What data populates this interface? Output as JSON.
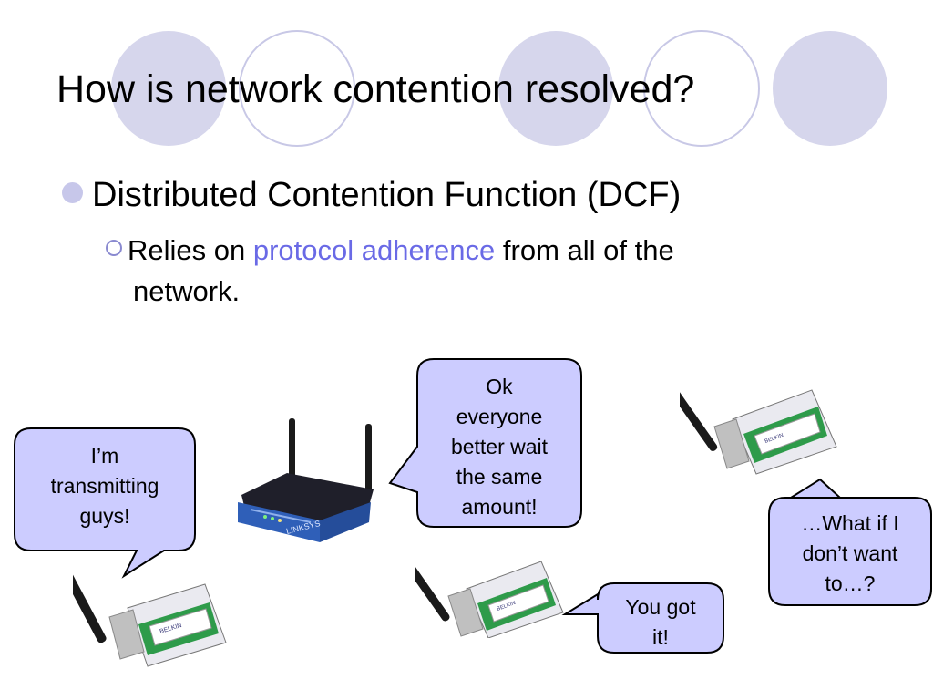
{
  "slide": {
    "title": "How is network contention resolved?",
    "bullet1": "Distributed Contention Function (DCF)",
    "bullet2": {
      "prefix": "Relies on ",
      "highlight": "protocol adherence",
      "suffix": " from all of the",
      "line2": "network."
    },
    "colors": {
      "accent": "#6a6ae6",
      "bubble_fill": "#ccccff",
      "circle_fill": "#d6d6ec"
    }
  },
  "bubbles": {
    "router": [
      "Ok",
      "everyone",
      "better wait",
      "the same",
      "amount!"
    ],
    "left": [
      "I’m",
      "transmitting",
      "guys!"
    ],
    "middle": [
      "You got",
      "it!"
    ],
    "right": [
      "…What if I",
      "don’t want",
      "to…?"
    ]
  },
  "router": {
    "brand": "LINKSYS"
  },
  "cards": {
    "brand": "BELKIN"
  }
}
